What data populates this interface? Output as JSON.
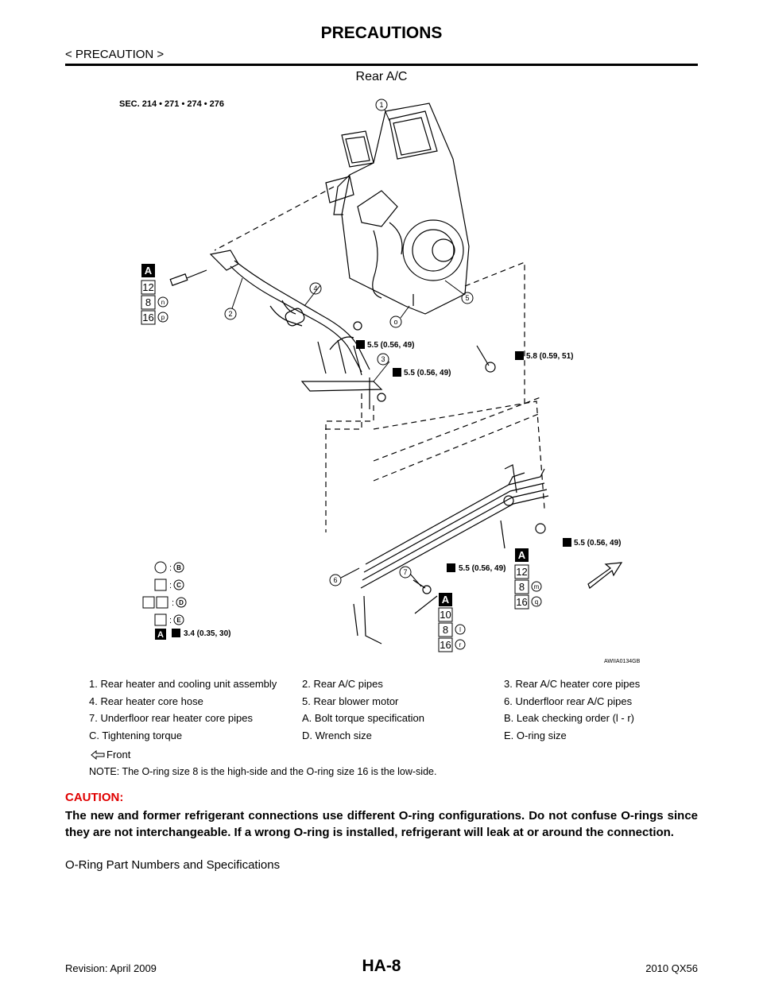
{
  "header": {
    "title": "PRECAUTIONS",
    "breadcrumb": "< PRECAUTION >",
    "section": "Rear A/C"
  },
  "figure": {
    "sec": "SEC. 214 • 271 • 274 • 276",
    "code": "AWIIA0134GB",
    "torques": [
      "5.5 (0.56, 49)",
      "5.5 (0.56, 49)",
      "5.8 (0.59, 51)",
      "5.5 (0.56, 49)",
      "5.5 (0.56, 49)",
      "3.4 (0.35, 30)"
    ],
    "callouts": [
      "1",
      "2",
      "3",
      "4",
      "5",
      "6",
      "7",
      "o"
    ],
    "spec_left": {
      "letter": "A",
      "values": [
        "12",
        "8",
        "16"
      ],
      "circles": [
        "n",
        "p"
      ]
    },
    "spec_right": {
      "letter": "A",
      "values": [
        "12",
        "8",
        "16"
      ],
      "circles": [
        "m",
        "q"
      ]
    },
    "spec_bottom": {
      "letter": "A",
      "values": [
        "10",
        "8",
        "16"
      ],
      "circles": [
        "l",
        "r"
      ]
    },
    "key": {
      "colon": ":",
      "letters": [
        "B",
        "C",
        "D",
        "E"
      ],
      "a_letter": "A"
    }
  },
  "legend": {
    "rows": [
      [
        "1. Rear heater and cooling unit assembly",
        "2. Rear A/C pipes",
        "3. Rear A/C heater core pipes"
      ],
      [
        "4. Rear heater core hose",
        "5. Rear blower motor",
        "6. Underfloor rear A/C pipes"
      ],
      [
        "7. Underfloor rear heater core pipes",
        "A. Bolt torque specification",
        "B. Leak checking order (l - r)"
      ],
      [
        "C. Tightening torque",
        "D. Wrench size",
        "E. O-ring size"
      ]
    ],
    "front_label": "Front"
  },
  "note": "NOTE: The O-ring size 8 is the high-side and the O-ring size 16 is the low-side.",
  "caution": {
    "heading": "CAUTION:",
    "body": "The new and former refrigerant connections use different O-ring configurations. Do not confuse O-rings since they are not interchangeable. If a wrong O-ring is installed, refrigerant will leak at or around the connection."
  },
  "subheading": "O-Ring Part Numbers and Specifications",
  "footer": {
    "revision": "Revision: April 2009",
    "page": "HA-8",
    "model": "2010 QX56"
  }
}
